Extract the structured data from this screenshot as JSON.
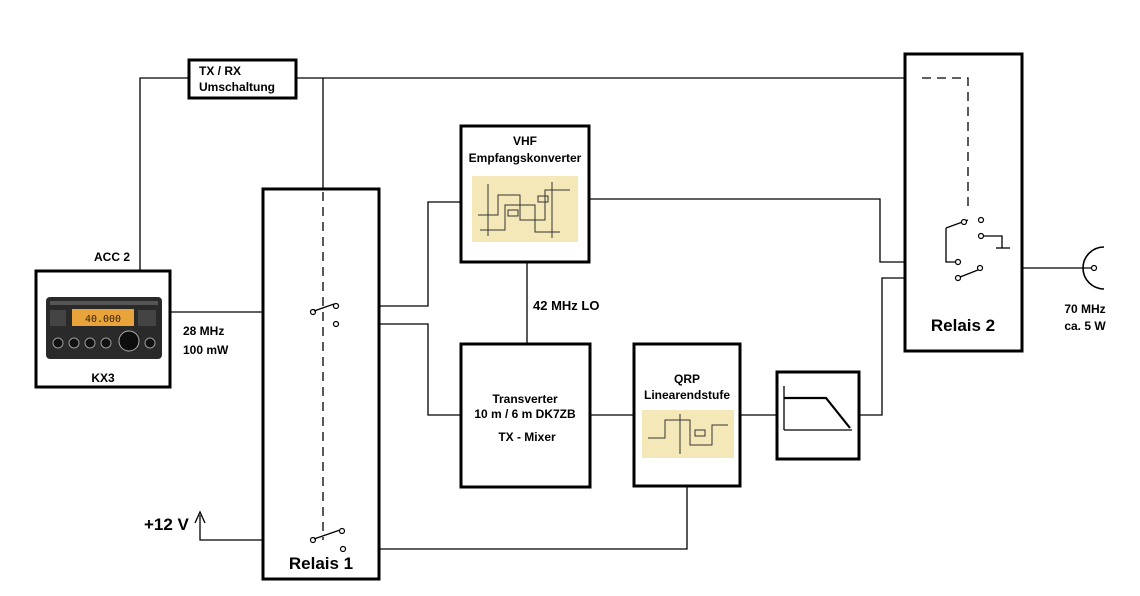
{
  "blocks": {
    "txrx": {
      "line1": "TX / RX",
      "line2": "Umschaltung"
    },
    "vhf": {
      "line1": "VHF",
      "line2": "Empfangskonverter"
    },
    "transverter": {
      "line1": "Transverter",
      "line2": "10 m / 6 m DK7ZB",
      "line3": "TX - Mixer"
    },
    "qrp": {
      "line1": "QRP",
      "line2": "Linearendstufe"
    },
    "relais1": {
      "label": "Relais 1"
    },
    "relais2": {
      "label": "Relais 2"
    },
    "kx3": {
      "label": "KX3",
      "radio_display": "40.000"
    }
  },
  "labels": {
    "acc2": "ACC 2",
    "input_freq": "28 MHz",
    "input_power": "100 mW",
    "lo": "42 MHz LO",
    "supply": "+12 V",
    "output_freq": "70 MHz",
    "output_power": "ca. 5 W"
  }
}
